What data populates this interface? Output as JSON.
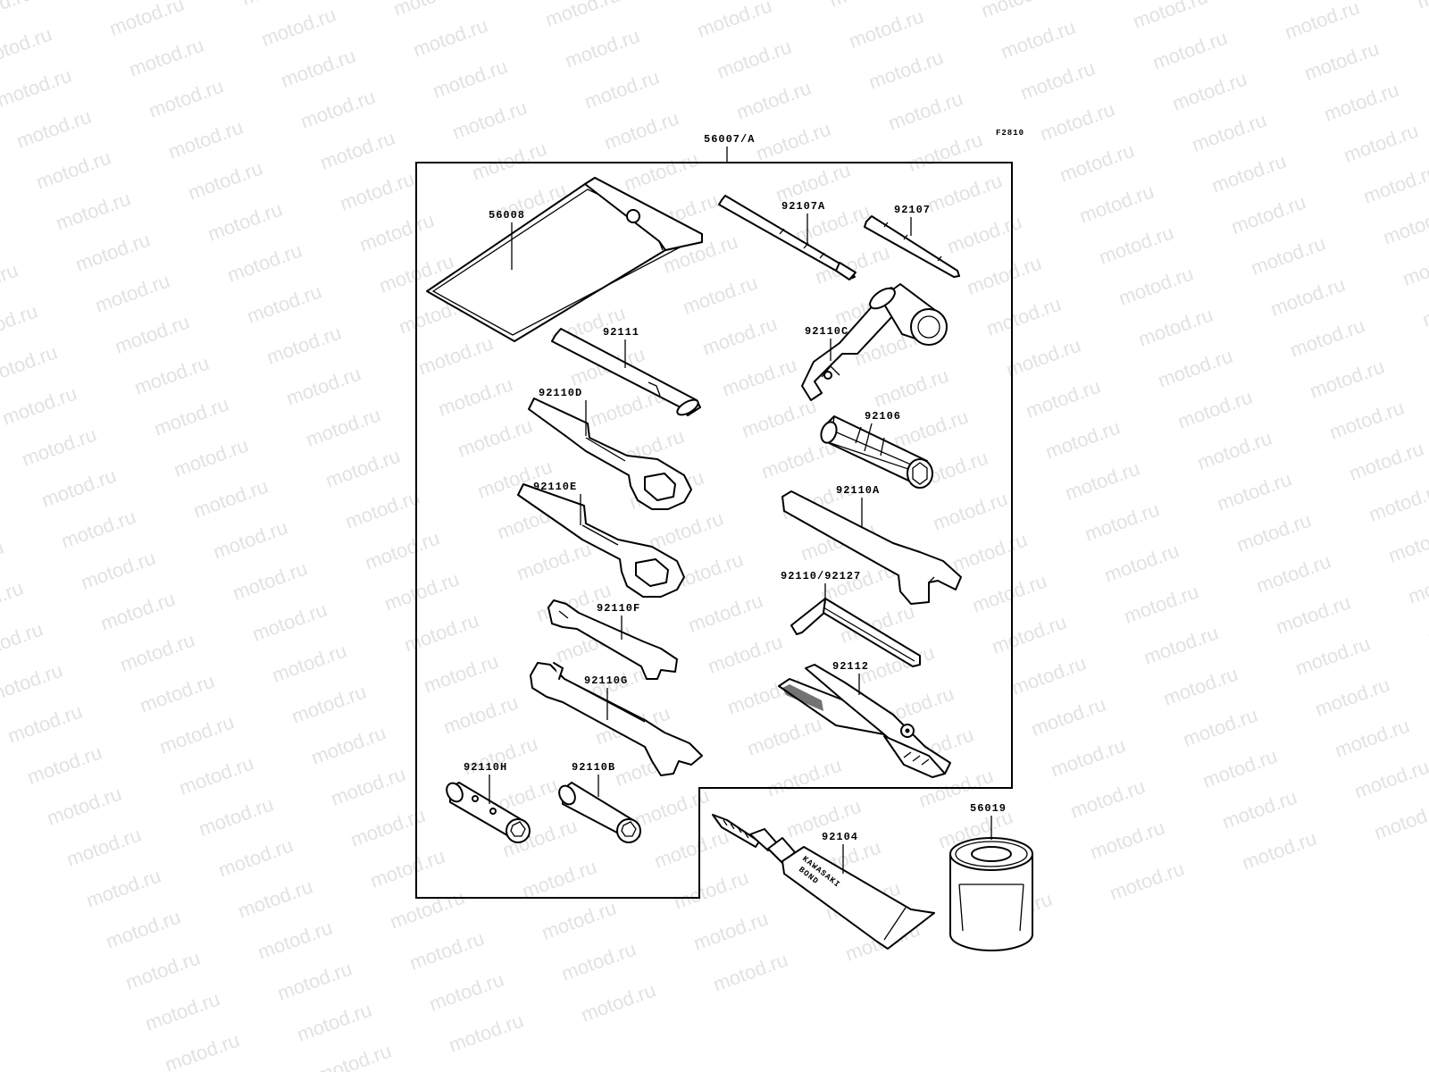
{
  "figure_code": "F2810",
  "watermark_text": "motod.ru",
  "kit_label": "56007/A",
  "labels": {
    "p56008": "56008",
    "p92107A": "92107A",
    "p92107": "92107",
    "p92111": "92111",
    "p92110C": "92110C",
    "p92110D": "92110D",
    "p92106": "92106",
    "p92110E": "92110E",
    "p92110A": "92110A",
    "p92110_92127": "92110/92127",
    "p92110F": "92110F",
    "p92112": "92112",
    "p92110G": "92110G",
    "p92110H": "92110H",
    "p92110B": "92110B",
    "p92104": "92104",
    "p56019": "56019"
  },
  "tube_text_1": "KAWASAKI",
  "tube_text_2": "BOND"
}
